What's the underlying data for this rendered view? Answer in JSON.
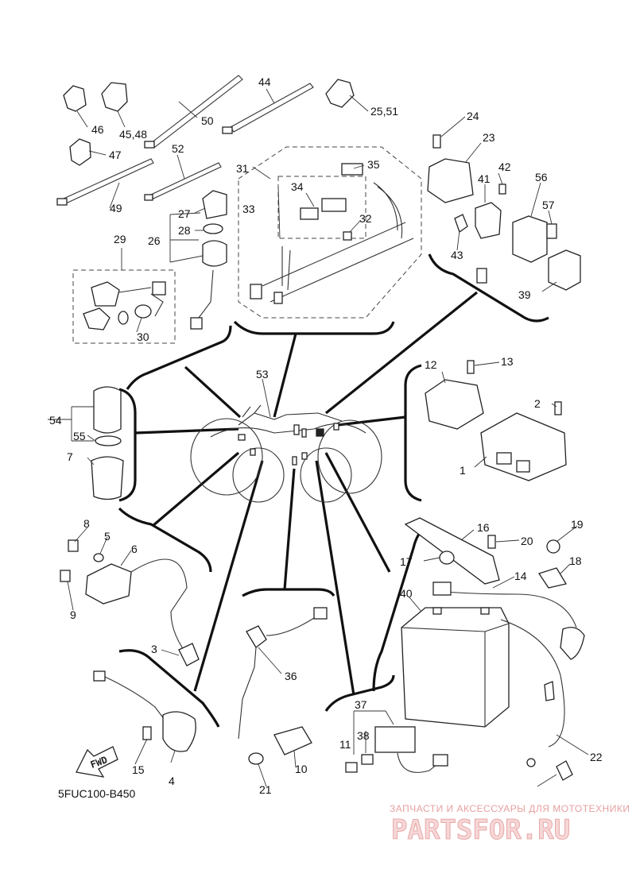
{
  "diagram": {
    "code": "5FUC100-B450",
    "fwd_label": "FWD",
    "watermark": {
      "top": "ЗАПЧАСТИ И АКСЕССУАРЫ ДЛЯ МОТОТЕХНИКИ",
      "brand": "PARTSFOR.RU"
    },
    "labels": [
      "46",
      "45,48",
      "50",
      "44",
      "25,51",
      "47",
      "49",
      "52",
      "24",
      "23",
      "42",
      "56",
      "57",
      "41",
      "43",
      "39",
      "31",
      "35",
      "34",
      "33",
      "32",
      "27",
      "28",
      "26",
      "29",
      "30",
      "12",
      "13",
      "2",
      "1",
      "53",
      "54",
      "55",
      "7",
      "8",
      "5",
      "6",
      "9",
      "3",
      "4",
      "15",
      "16",
      "17",
      "20",
      "19",
      "18",
      "14",
      "40",
      "36",
      "37",
      "38",
      "11",
      "10",
      "21",
      "22"
    ]
  }
}
